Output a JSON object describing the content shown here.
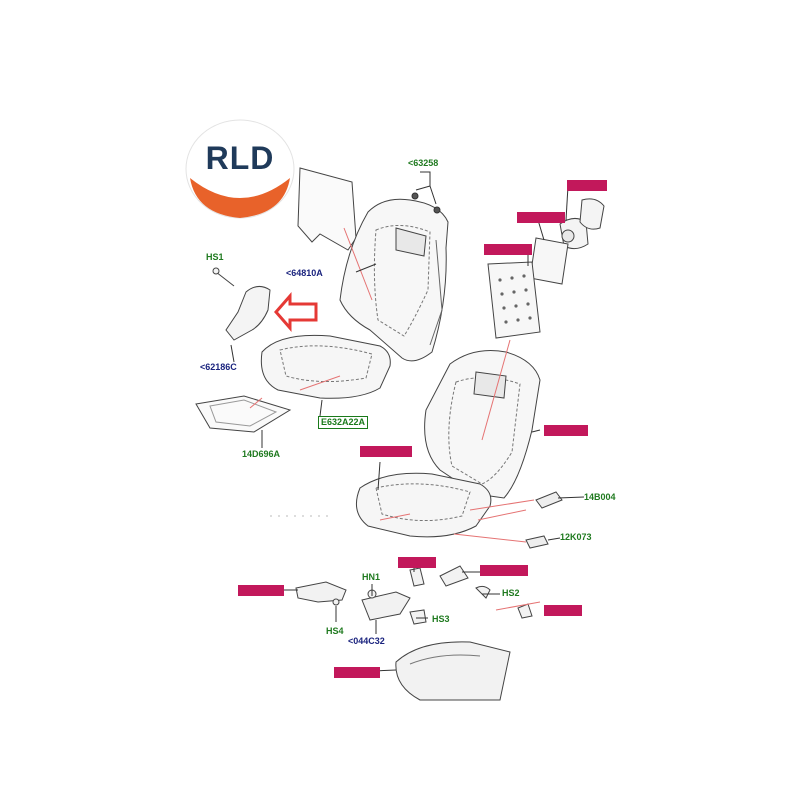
{
  "logo": {
    "text": "RLD"
  },
  "labels": {
    "l63258": "<63258",
    "l64810A": "<64810A",
    "lHS1": "HS1",
    "l62186C": "<62186C",
    "l14D696A": "14D696A",
    "lE632A22A": "E632A22A",
    "l14B004": "14B004",
    "l12K073": "12K073",
    "lHN1": "HN1",
    "lHS2": "HS2",
    "lHS3": "HS3",
    "lHS4": "HS4",
    "l044C32": "<044C32"
  },
  "colors": {
    "green_label": "#1f7a1f",
    "navy_label": "#1a237e",
    "highlight_pink": "#c2185b",
    "arrow_red": "#e53935",
    "logo_orange": "#e8622a",
    "logo_navy": "#1f3a5a",
    "leader_red": "#e57373"
  }
}
